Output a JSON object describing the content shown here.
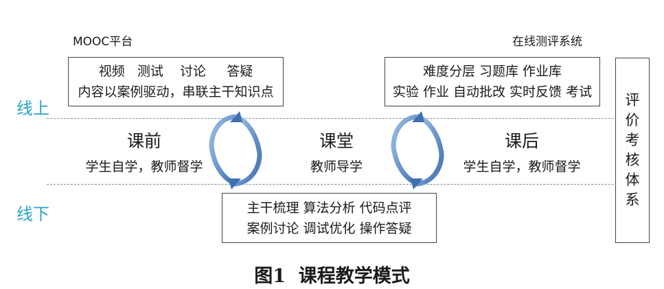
{
  "systems": {
    "mooc_label": "MOOC平台",
    "eval_label": "在线测评系统"
  },
  "boxes": {
    "mooc": {
      "line1": "视频   测试    讨论     答疑",
      "line2": "内容以案例驱动，串联主干知识点"
    },
    "eval": {
      "line1": "难度分层 习题库 作业库",
      "line2": "实验 作业 自动批改 实时反馈 考试"
    },
    "offline": {
      "line1": "主干梳理 算法分析 代码点评",
      "line2": "案例讨论 调试优化 操作答疑"
    }
  },
  "zones": {
    "online": "线上",
    "offline": "线下"
  },
  "phases": [
    {
      "title": "课前",
      "desc": "学生自学，教师督学"
    },
    {
      "title": "课堂",
      "desc": "教师导学"
    },
    {
      "title": "课后",
      "desc": "学生自学，教师督学"
    }
  ],
  "evaluation": {
    "chars": [
      "评",
      "价",
      "考",
      "核",
      "体",
      "系"
    ]
  },
  "caption": "图1  课程教学模式",
  "colors": {
    "zone_text": "#29a3c7",
    "arrow_dark": "#3f6fb0",
    "arrow_light": "#9dc0e6"
  }
}
